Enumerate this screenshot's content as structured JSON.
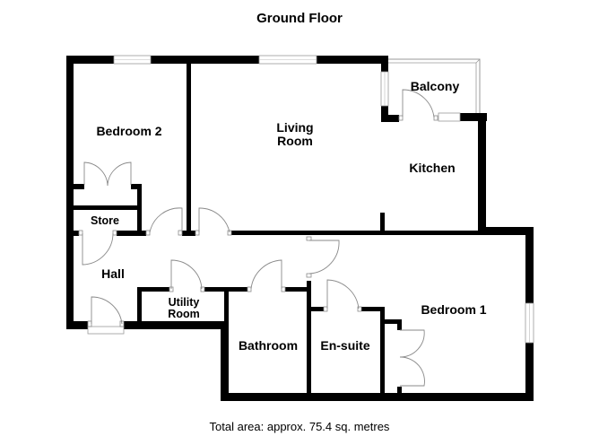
{
  "title": "Ground Floor",
  "footer": "Total area: approx. 75.4 sq. metres",
  "rooms": {
    "bedroom2": "Bedroom 2",
    "living_line1": "Living",
    "living_line2": "Room",
    "balcony": "Balcony",
    "kitchen": "Kitchen",
    "store": "Store",
    "hall": "Hall",
    "utility_line1": "Utility",
    "utility_line2": "Room",
    "bathroom": "Bathroom",
    "ensuite": "En-suite",
    "bedroom1": "Bedroom 1"
  },
  "colors": {
    "wall": "#000000",
    "fixture": "#8a8a8a",
    "background": "#ffffff"
  }
}
